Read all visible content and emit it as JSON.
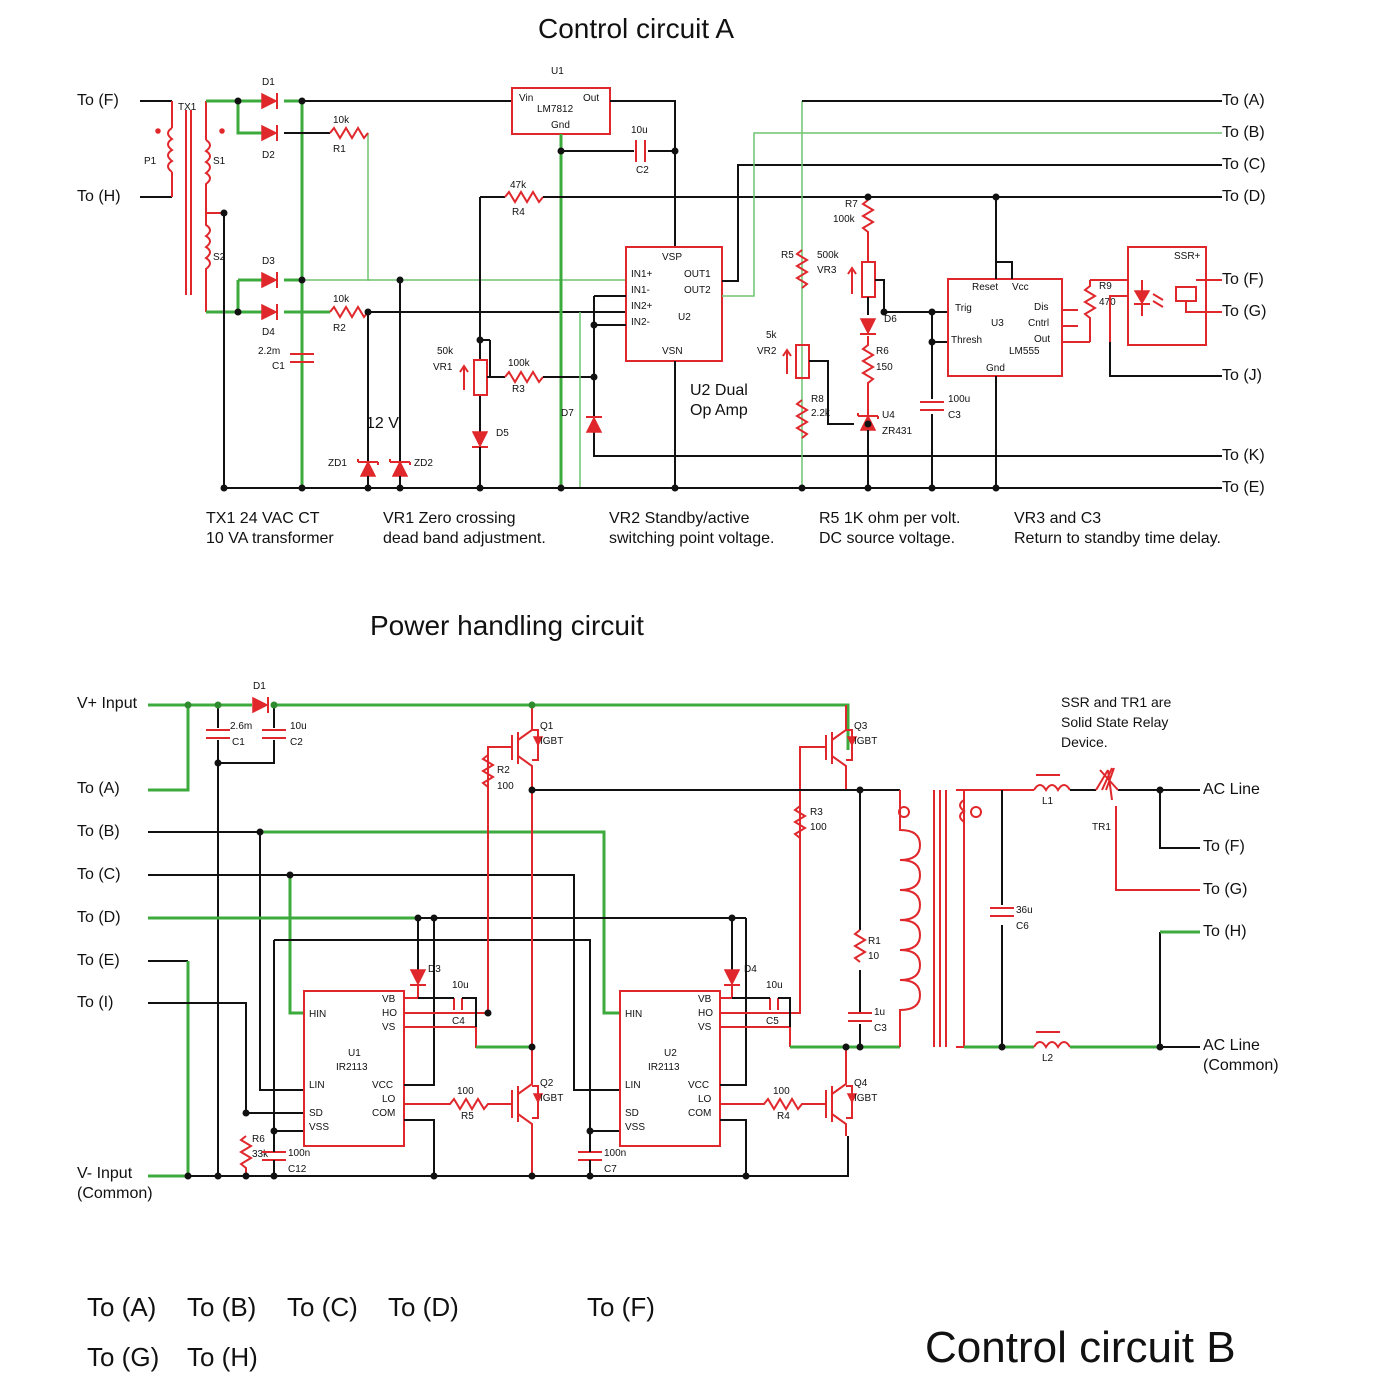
{
  "titles": {
    "control_a": "Control circuit A",
    "power": "Power handling circuit",
    "control_b": "Control circuit B"
  },
  "circuit_a": {
    "left_ports": [
      "To (F)",
      "To (H)"
    ],
    "right_ports": [
      "To (A)",
      "To (B)",
      "To (C)",
      "To (D)",
      "To (F)",
      "To (G)",
      "To (J)",
      "To (K)",
      "To (E)"
    ],
    "components": {
      "tx1": "TX1",
      "p1": "P1",
      "s1": "S1",
      "s2": "S2",
      "d1": "D1",
      "d2": "D2",
      "d3": "D3",
      "d4": "D4",
      "d5": "D5",
      "d6": "D6",
      "d7": "D7",
      "r1": "R1",
      "r1_val": "10k",
      "r2": "R2",
      "r2_val": "10k",
      "r3": "R3",
      "r3_val": "100k",
      "r4": "R4",
      "r4_val": "47k",
      "r5": "R5",
      "r6": "R6",
      "r6_val": "150",
      "r7": "R7",
      "r7_val": "100k",
      "r8": "R8",
      "r8_val": "2.2k",
      "r9": "R9",
      "r9_val": "470",
      "c1": "C1",
      "c1_val": "2.2m",
      "c2": "C2",
      "c2_val": "10u",
      "c3": "C3",
      "c3_val": "100u",
      "u1": "U1",
      "u1_part": "LM7812",
      "u1_vin": "Vin",
      "u1_out": "Out",
      "u1_gnd": "Gnd",
      "u2": "U2",
      "u2_vsp": "VSP",
      "u2_vsn": "VSN",
      "u2_in1p": "IN1+",
      "u2_in1m": "IN1-",
      "u2_in2p": "IN2+",
      "u2_in2m": "IN2-",
      "u2_out1": "OUT1",
      "u2_out2": "OUT2",
      "u2_desc1": "U2 Dual",
      "u2_desc2": "Op Amp",
      "u3": "U3",
      "u3_part": "LM555",
      "u3_reset": "Reset",
      "u3_vcc": "Vcc",
      "u3_trig": "Trig",
      "u3_thresh": "Thresh",
      "u3_dis": "Dis",
      "u3_cntrl": "Cntrl",
      "u3_out": "Out",
      "u3_gnd": "Gnd",
      "u4": "U4",
      "u4_part": "ZR431",
      "vr1": "VR1",
      "vr1_val": "50k",
      "vr2": "VR2",
      "vr2_val": "5k",
      "vr3": "VR3",
      "vr3_val": "500k",
      "zd1": "ZD1",
      "zd2": "ZD2",
      "zener_v": "12 V",
      "ssr": "SSR+"
    },
    "notes": [
      [
        "TX1  24 VAC CT",
        "10 VA transformer"
      ],
      [
        "VR1 Zero crossing",
        "dead band adjustment."
      ],
      [
        "VR2 Standby/active",
        "switching point voltage."
      ],
      [
        "R5 1K ohm per volt.",
        "DC source voltage."
      ],
      [
        "VR3 and C3",
        "Return to standby time delay."
      ]
    ]
  },
  "circuit_b": {
    "left_ports": [
      "V+ Input",
      "To (A)",
      "To (B)",
      "To (C)",
      "To (D)",
      "To (E)",
      "To (I)",
      "V- Input",
      "(Common)"
    ],
    "right_ports": [
      "AC Line",
      "To (F)",
      "To (G)",
      "To (H)",
      "AC Line",
      "(Common)"
    ],
    "ssr_note": [
      "SSR and TR1 are",
      "Solid State Relay",
      "Device."
    ],
    "components": {
      "d1": "D1",
      "d3": "D3",
      "d4": "D4",
      "c1": "C1",
      "c1_val": "2.6m",
      "c2": "C2",
      "c2_val": "10u",
      "c4": "C4",
      "c4_val": "10u",
      "c5": "C5",
      "c5_val": "10u",
      "c3": "C3",
      "c3_val": "1u",
      "c6": "C6",
      "c6_val": "36u",
      "c7": "C7",
      "c7_val": "100n",
      "c12": "C12",
      "c12_val": "100n",
      "q1": "Q1",
      "q2": "Q2",
      "q3": "Q3",
      "q4": "Q4",
      "igbt": "IGBT",
      "r1": "R1",
      "r1_val": "10",
      "r2": "R2",
      "r2_val": "100",
      "r3": "R3",
      "r3_val": "100",
      "r4": "R4",
      "r4_val": "100",
      "r5": "R5",
      "r5_val": "100",
      "r6": "R6",
      "r6_val": "33k",
      "l1": "L1",
      "l2": "L2",
      "tr1": "TR1",
      "u1": "U1",
      "u2": "U2",
      "ic_part": "IR2113",
      "hin": "HIN",
      "lin": "LIN",
      "sd": "SD",
      "vss": "VSS",
      "vb": "VB",
      "ho": "HO",
      "vs": "VS",
      "vcc": "VCC",
      "lo": "LO",
      "com": "COM"
    }
  },
  "bottom_ports": [
    "To (A)",
    "To (B)",
    "To (C)",
    "To (D)",
    "To (F)",
    "To (G)",
    "To (H)"
  ]
}
